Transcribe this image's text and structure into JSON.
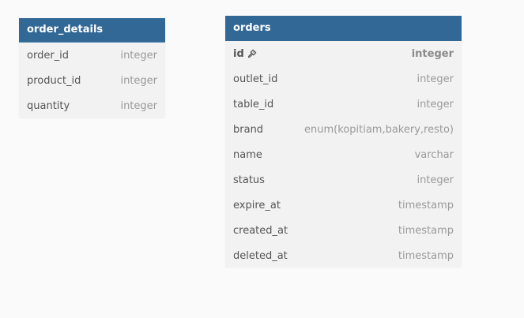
{
  "tables": [
    {
      "name": "order_details",
      "columns": [
        {
          "name": "order_id",
          "type": "integer"
        },
        {
          "name": "product_id",
          "type": "integer"
        },
        {
          "name": "quantity",
          "type": "integer"
        }
      ]
    },
    {
      "name": "orders",
      "columns": [
        {
          "name": "id",
          "type": "integer",
          "primary_key": true,
          "icon": "key-icon"
        },
        {
          "name": "outlet_id",
          "type": "integer"
        },
        {
          "name": "table_id",
          "type": "integer"
        },
        {
          "name": "brand",
          "type": "enum(kopitiam,bakery,resto)"
        },
        {
          "name": "name",
          "type": "varchar"
        },
        {
          "name": "status",
          "type": "integer"
        },
        {
          "name": "expire_at",
          "type": "timestamp"
        },
        {
          "name": "created_at",
          "type": "timestamp"
        },
        {
          "name": "deleted_at",
          "type": "timestamp"
        }
      ]
    }
  ],
  "colors": {
    "header": "#316896",
    "body": "#f2f2f2",
    "background": "#fafafa"
  }
}
